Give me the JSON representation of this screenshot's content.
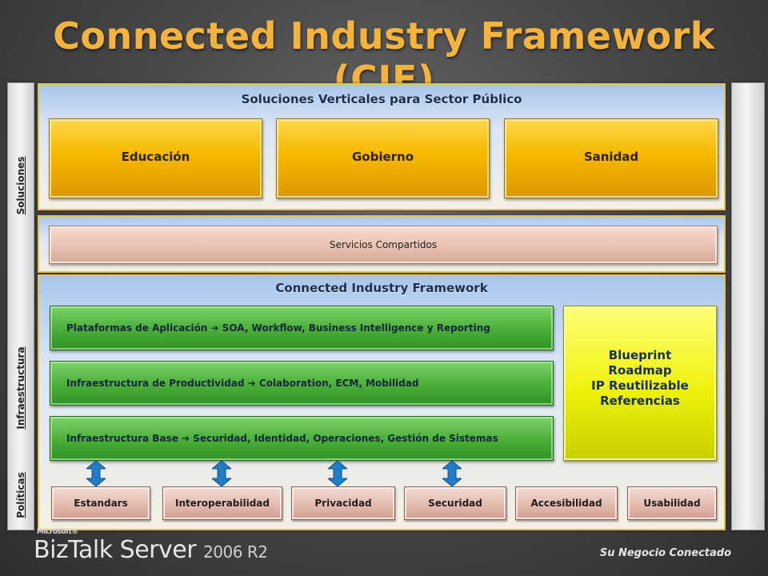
{
  "title": "Connected Industry Framework (CIF)",
  "side_labels": {
    "solutions": "Soluciones",
    "infrastructure": "Infraestructura",
    "policies": "Políticas"
  },
  "verticals": {
    "title": "Soluciones Verticales para Sector Público",
    "items": [
      "Educación",
      "Gobierno",
      "Sanidad"
    ]
  },
  "shared_services": "Servicios Compartidos",
  "framework": {
    "title": "Connected Industry Framework",
    "layers": [
      "Plataformas de Aplicación ➔ SOA, Workflow, Business Intelligence y Reporting",
      "Infraestructura de Productividad ➔ Colaboration, ECM, Mobilidad",
      "Infraestructura Base ➔ Securidad, Identidad, Operaciones, Gestión de Sistemas"
    ],
    "blueprint": [
      "Blueprint",
      "Roadmap",
      "IP Reutilizable",
      "Referencias"
    ]
  },
  "policies": [
    "Estandars",
    "Interoperabilidad",
    "Privacidad",
    "Securidad",
    "Accesibilidad",
    "Usabilidad"
  ],
  "footer": {
    "vendor": "Microsoft®",
    "product": "BizTalk Server",
    "version": "2006 R2",
    "tagline": "Su Negocio Conectado"
  },
  "colors": {
    "title": "#f3b33d",
    "gold": "#f6b800",
    "green": "#4db13a",
    "yellow": "#eef20a",
    "arrow": "#1e7fc8"
  }
}
